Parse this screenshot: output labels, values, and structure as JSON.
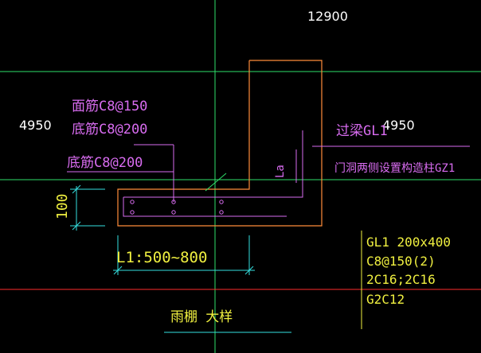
{
  "canvas": {
    "background": "#000000"
  },
  "colors": {
    "axis_green": "#2ee06a",
    "axis_red": "#ff2b2b",
    "outline_orange": "#ff8c3a",
    "rebar_magenta": "#d86cf0",
    "dimension_cyan": "#35e0e0",
    "text_white": "#ffffff",
    "text_yellow": "#f0f040"
  },
  "axis_labels": {
    "top": "12900",
    "left": "4950",
    "right": "4950"
  },
  "rebar_notes": {
    "top_rebar": "面筋C8@150",
    "bottom_rebar_1": "底筋C8@200",
    "bottom_rebar_2": "底筋C8@200"
  },
  "beam_notes": {
    "lintel": "过梁GL1",
    "column_note": "门洞两侧设置构造柱GZ1"
  },
  "dimensions": {
    "thickness": "100",
    "canopy_length": "L1:500~800",
    "anchor": "La"
  },
  "beam_spec": {
    "line1": "GL1 200x400",
    "line2": "C8@150(2)",
    "line3": "2C16;2C16",
    "line4": "G2C12"
  },
  "detail_title": "雨棚 大样"
}
